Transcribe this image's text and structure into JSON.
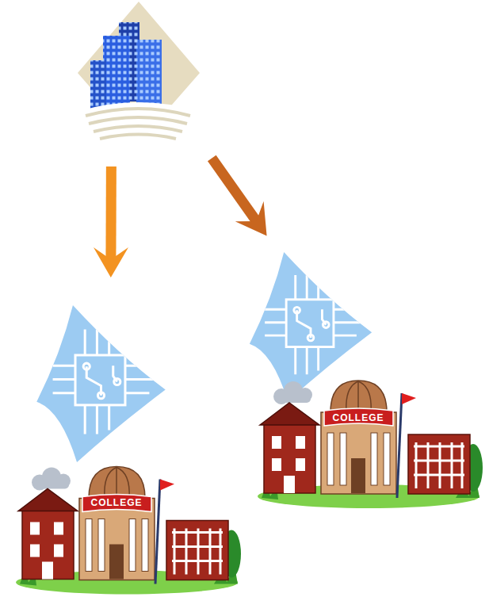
{
  "diagram": {
    "nodes": [
      {
        "text": []
      },
      {
        "text": [
          "COLLEGE"
        ]
      },
      {
        "text": [
          "COLLEGE"
        ]
      }
    ],
    "edges": [
      {
        "from": 0,
        "to": 1,
        "arrow": "to"
      },
      {
        "from": 0,
        "to": 2,
        "arrow": "to"
      }
    ]
  }
}
